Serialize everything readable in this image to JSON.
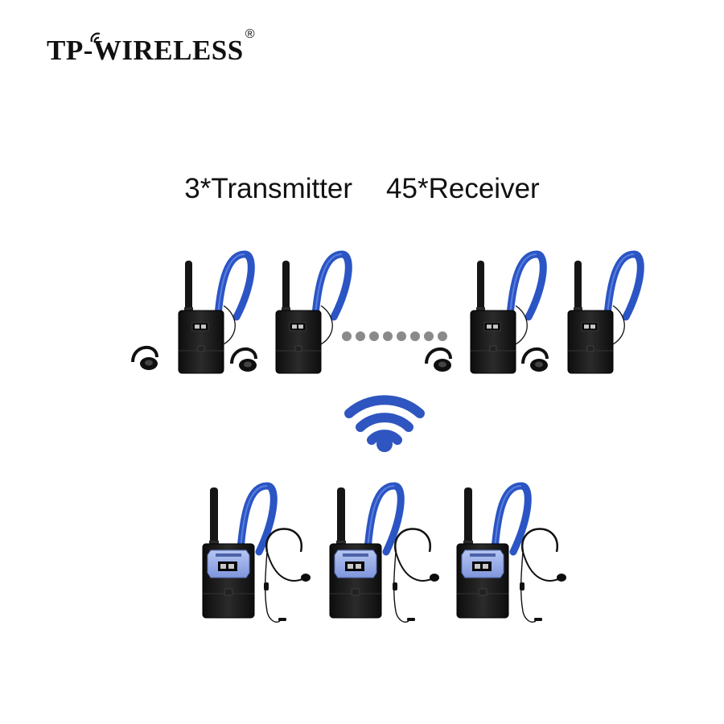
{
  "brand": {
    "name": "TP-WIRELESS",
    "registered": "®"
  },
  "caption": {
    "transmitter": "3*Transmitter",
    "receiver": "45*Receiver"
  },
  "colors": {
    "lanyard": "#2b55c4",
    "wifi": "#2f55c0",
    "device": "#1a1a1a",
    "panel": "#8fa6e6",
    "dots": "#8a8a8a"
  },
  "icons": [
    "wifi-icon",
    "registered-mark"
  ]
}
